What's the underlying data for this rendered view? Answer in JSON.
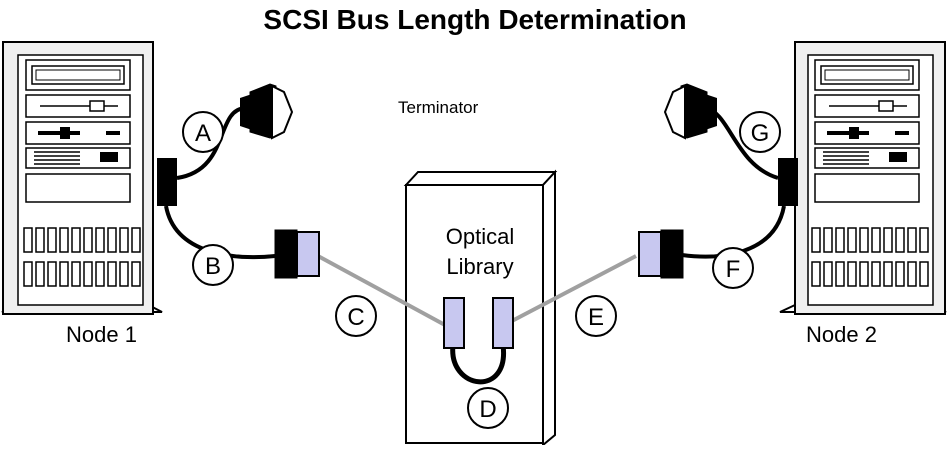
{
  "diagram": {
    "title": "SCSI Bus Length Determination",
    "terminator_label": "Terminator",
    "node1_label": "Node 1",
    "node2_label": "Node 2",
    "library_label": "Optical Library",
    "cable_labels": {
      "a": "A",
      "b": "B",
      "c": "C",
      "d": "D",
      "e": "E",
      "f": "F",
      "g": "G"
    },
    "colors": {
      "connector_fill": "#c8c8f0",
      "cable_gray": "#a0a0a0",
      "server_fill": "#f0f0f0",
      "outline": "#000000"
    }
  }
}
